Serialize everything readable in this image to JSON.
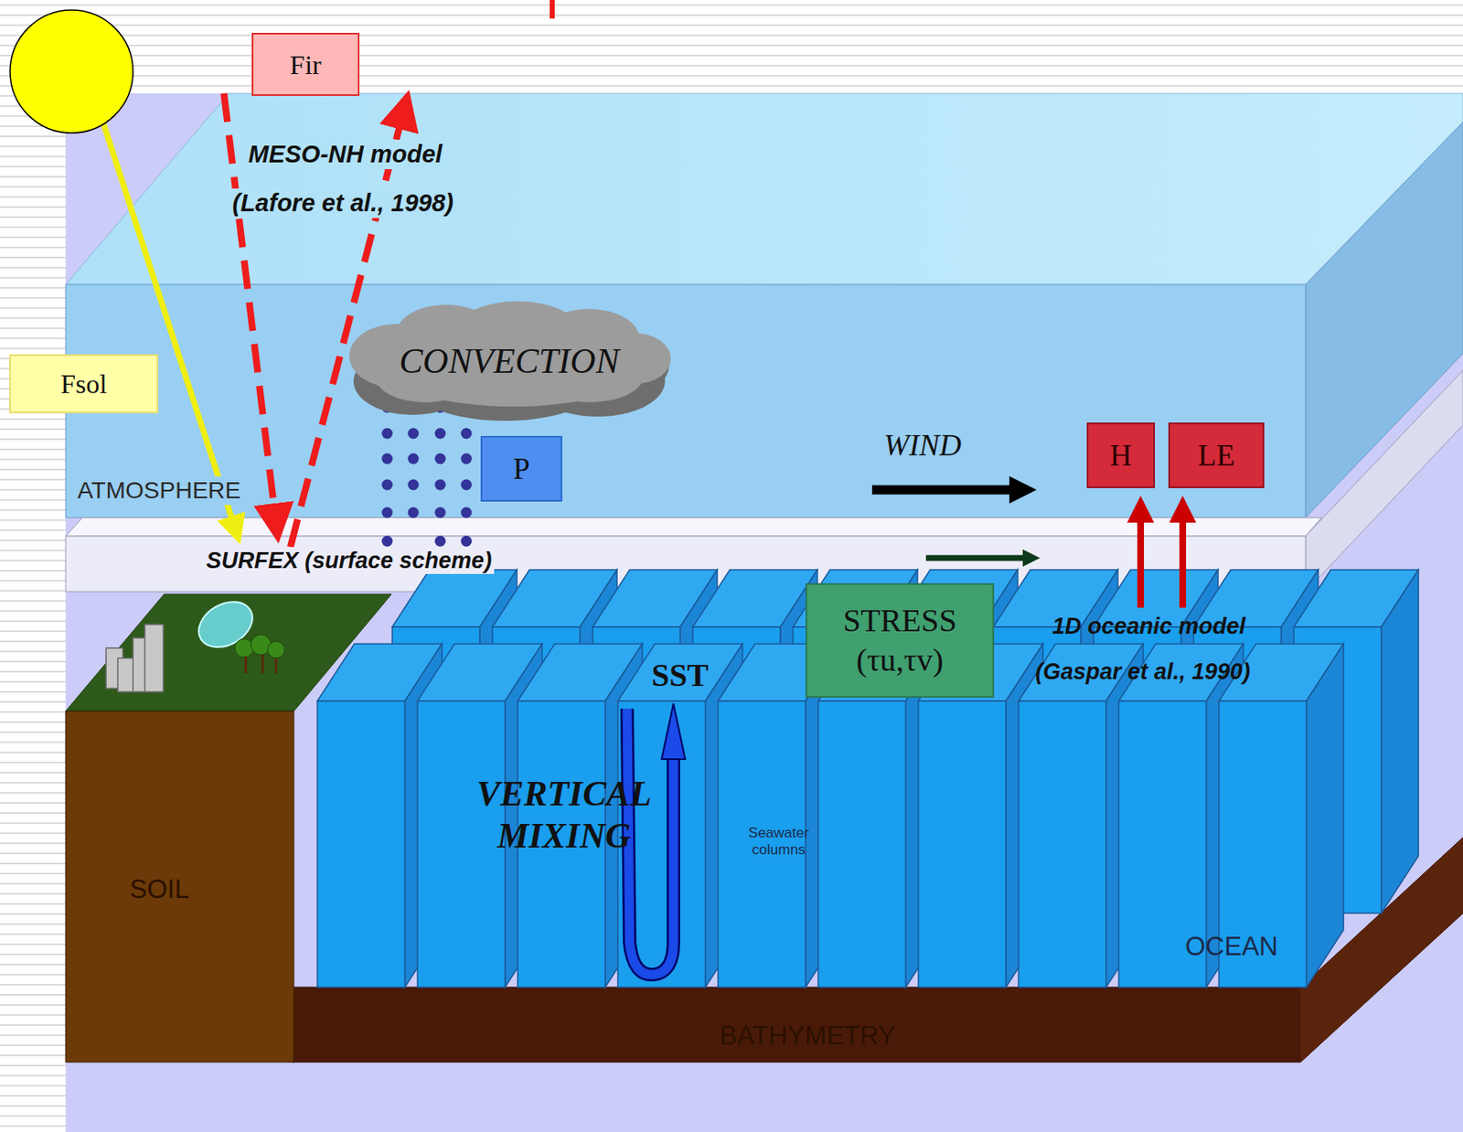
{
  "diagram": {
    "nodes": [
      {
        "text": [
          "Fir"
        ]
      },
      {
        "text": [
          "Fsol"
        ]
      },
      {
        "text": [
          "CONVECTION"
        ]
      },
      {
        "text": [
          "P"
        ]
      },
      {
        "text": [
          "H"
        ]
      },
      {
        "text": [
          "LE"
        ]
      },
      {
        "text": [
          "STRESS",
          "(τu,τv)"
        ]
      }
    ],
    "labels": [
      "MESO-NH model",
      "(Lafore et al., 1998)",
      "ATMOSPHERE",
      "WIND",
      "SURFEX (surface scheme)",
      "SST",
      "1D oceanic model",
      "(Gaspar et al., 1990)",
      "VERTICAL MIXING",
      "Seawater columns",
      "SOIL",
      "OCEAN",
      "BATHYMETRY"
    ]
  }
}
